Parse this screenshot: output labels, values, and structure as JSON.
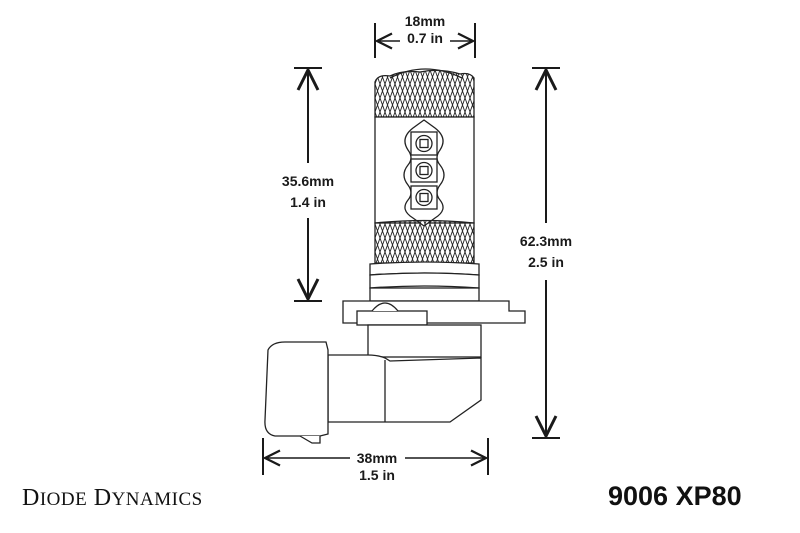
{
  "diagram": {
    "subject": "9006 LED headlight/fog bulb dimensional drawing",
    "dimensions": {
      "top_width": {
        "mm": "18mm",
        "in": "0.7 in"
      },
      "left_height": {
        "mm": "35.6mm",
        "in": "1.4 in"
      },
      "right_height": {
        "mm": "62.3mm",
        "in": "2.5 in"
      },
      "bottom_width": {
        "mm": "38mm",
        "in": "1.5 in"
      }
    },
    "led_count": 3
  },
  "footer": {
    "brand_first_initial": "D",
    "brand_first_rest": "IODE",
    "brand_second_initial": "D",
    "brand_second_rest": "YNAMICS",
    "model": "9006 XP80"
  },
  "colors": {
    "line": "#1a1a1a",
    "background": "#ffffff"
  }
}
